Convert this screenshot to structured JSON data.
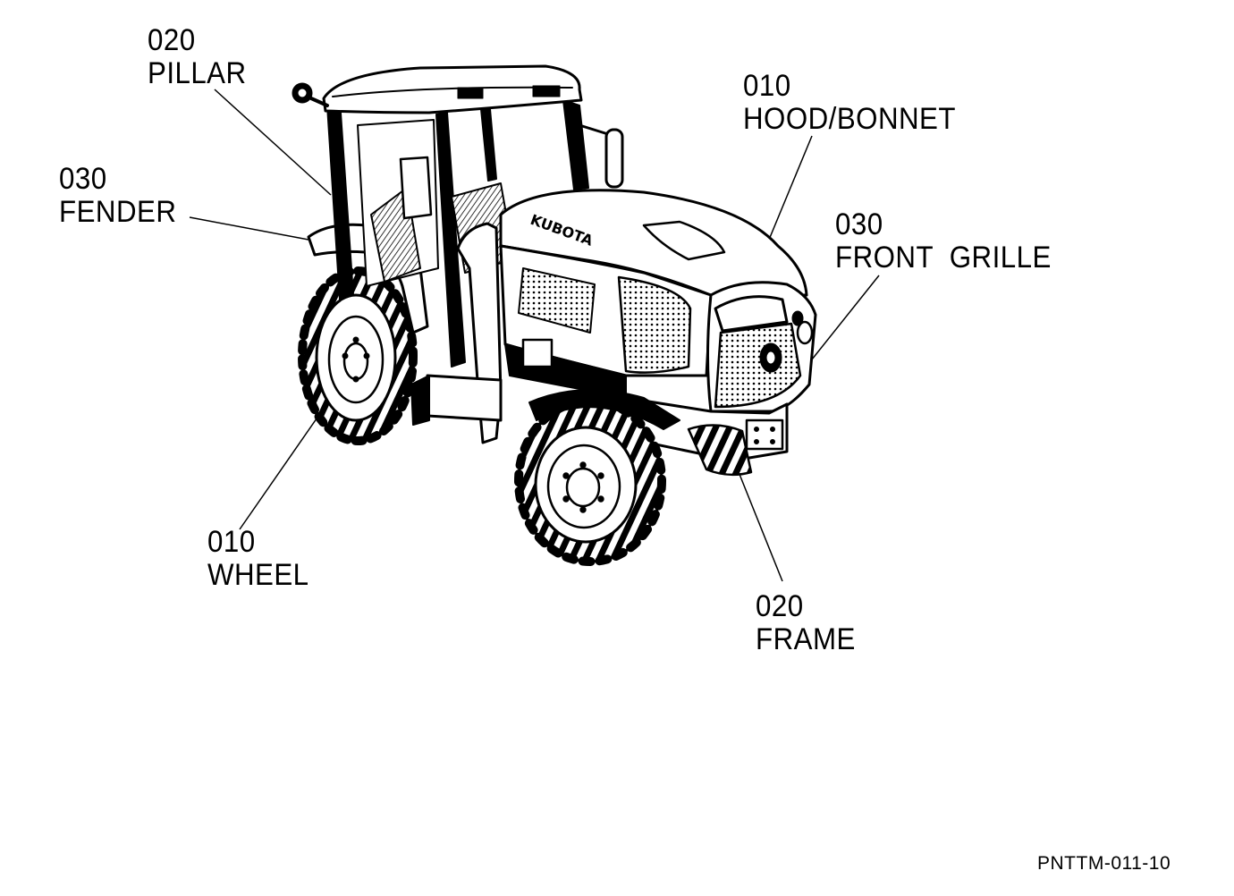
{
  "callouts": {
    "pillar": {
      "code": "020",
      "name": "PILLAR"
    },
    "fender": {
      "code": "030",
      "name": "FENDER"
    },
    "hood": {
      "code": "010",
      "name": "HOOD/BONNET"
    },
    "grille": {
      "code": "030",
      "name": "FRONT  GRILLE"
    },
    "wheel": {
      "code": "010",
      "name": "WHEEL"
    },
    "frame": {
      "code": "020",
      "name": "FRAME"
    }
  },
  "brand_text": "KUBOTA",
  "figure_code": "PNTTM-011-10",
  "colors": {
    "ink": "#000000",
    "paper": "#ffffff",
    "shade": "#bdbdbd"
  }
}
